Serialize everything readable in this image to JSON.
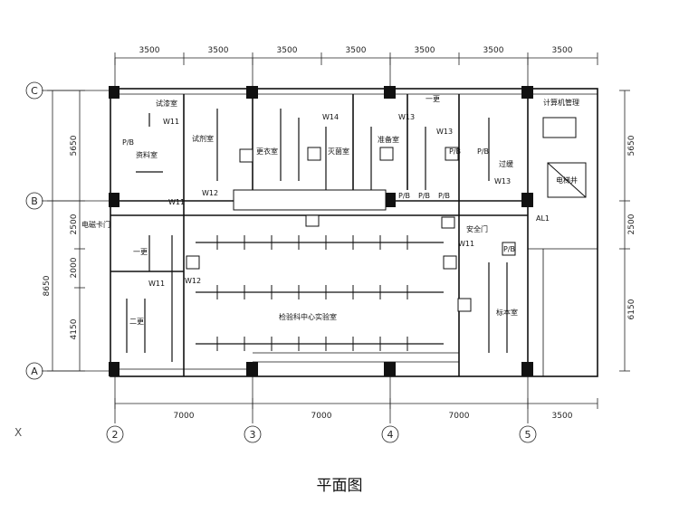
{
  "dims_top": [
    "3500",
    "3500",
    "3500",
    "3500",
    "3500",
    "3500",
    "3500"
  ],
  "dims_bottom": [
    "7000",
    "7000",
    "7000",
    "3500"
  ],
  "dims_left": [
    "5650",
    "2500",
    "2000",
    "4150"
  ],
  "dims_left_total": "8650",
  "dims_right": [
    "5650",
    "2500",
    "6150"
  ],
  "axes_rows": [
    "C",
    "B",
    "A"
  ],
  "axes_cols": [
    "2",
    "3",
    "4",
    "5"
  ],
  "rooms": {
    "r1": "试漆室",
    "r2": "资料室",
    "r3": "试剂室",
    "r4": "灭菌室",
    "r5": "更衣室",
    "r6": "准备室",
    "r7": "一更",
    "r8": "计算机管理",
    "r9": "过缓",
    "r10": "电梯井",
    "r11": "电磁卡门",
    "r12": "一更",
    "r13": "二更",
    "r14": "检验科中心实验室",
    "r15": "安全门",
    "r16": "标本室",
    "r17": "AL1"
  },
  "windows": [
    "W11",
    "W12",
    "W13",
    "W14",
    "W13",
    "W11",
    "W12",
    "W11",
    "W13",
    "W11"
  ],
  "pb_labels": [
    "P/B",
    "P/B",
    "P/B",
    "P/B",
    "P/B",
    "P/B",
    "P/B"
  ],
  "caption": "平面图",
  "corner_mark": "X"
}
